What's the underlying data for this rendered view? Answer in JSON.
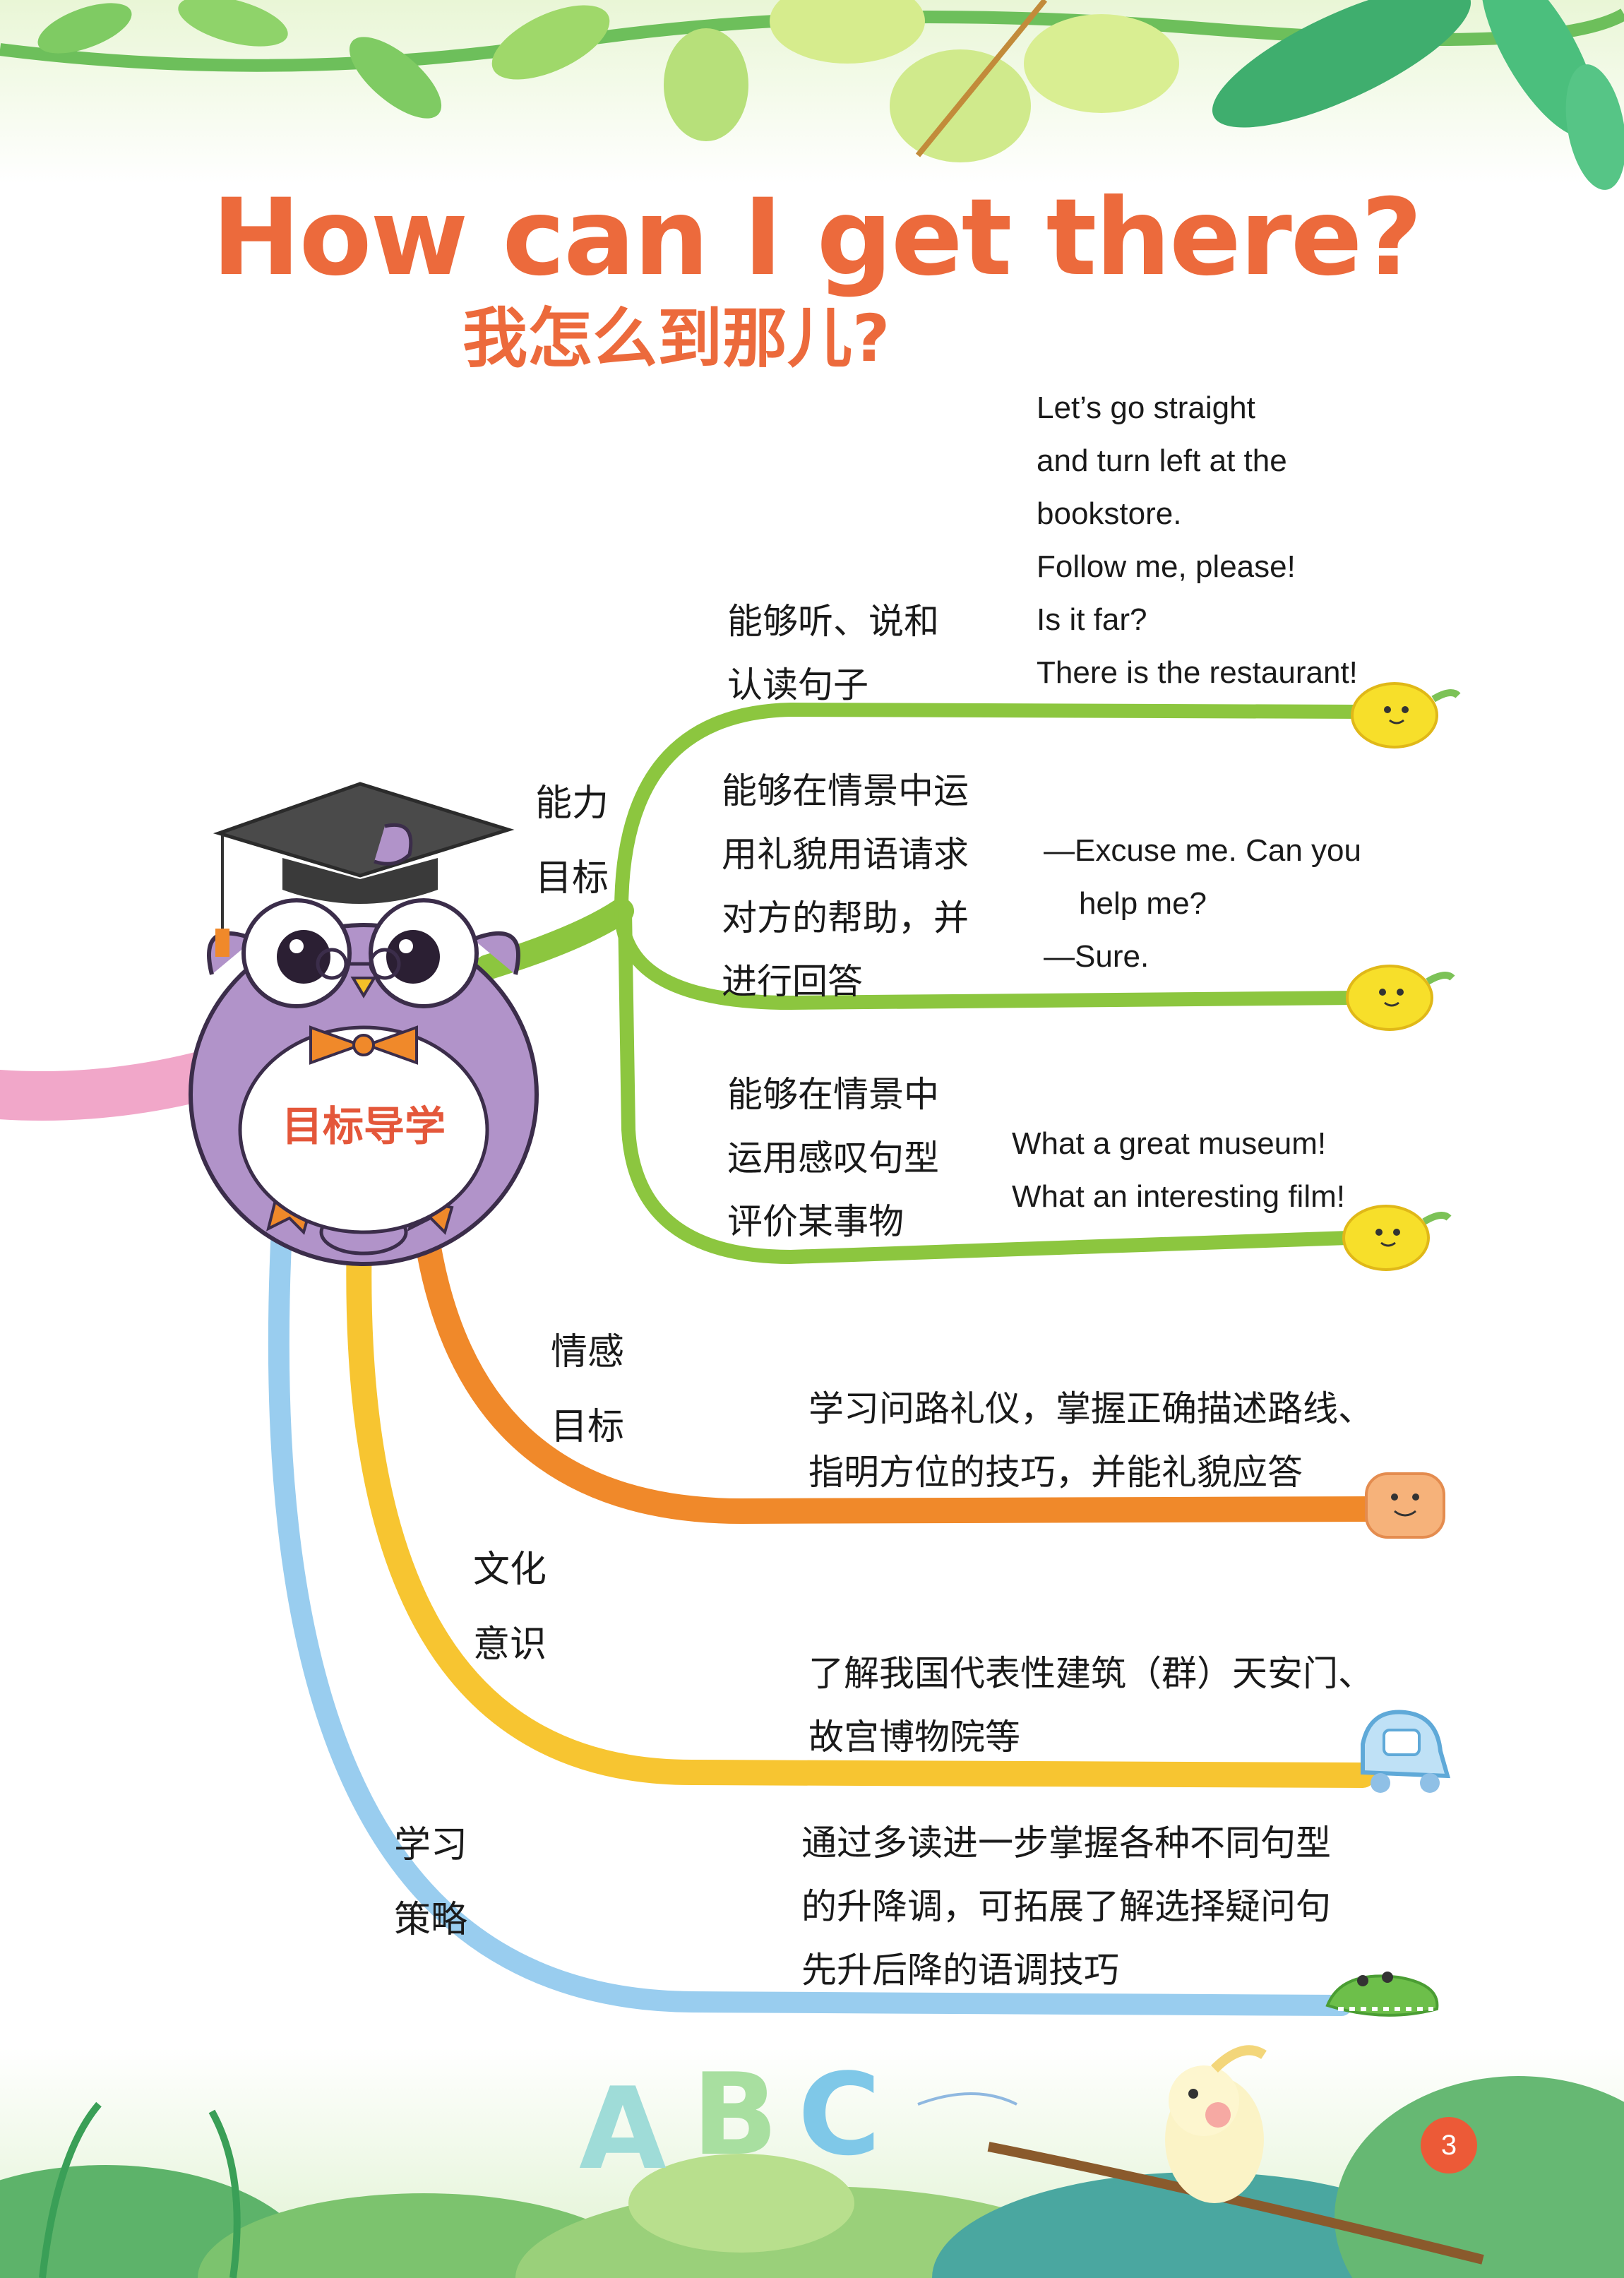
{
  "title_en": "How can I get there?",
  "title_zh": "我怎么到那儿?",
  "center_label": "目标导学",
  "page_number": "3",
  "colors": {
    "title": "#ec6a3c",
    "branch_ability": "#8cc63f",
    "branch_emotion": "#f0892a",
    "branch_culture": "#f7c531",
    "branch_strategy": "#99cdef",
    "branch_left": "#f1a7c9",
    "owl": "#b193c9"
  },
  "branches": {
    "ability": {
      "label_lines": [
        "能力",
        "目标"
      ],
      "items": [
        {
          "desc_lines": [
            "能够听、说和",
            "认读句子"
          ],
          "example_lines": [
            "Let’s go straight",
            "and turn left at the",
            "bookstore.",
            "Follow me, please!",
            "Is it far?",
            "There is the restaurant!"
          ],
          "icon": "lemon-icon"
        },
        {
          "desc_lines": [
            "能够在情景中运",
            "用礼貌用语请求",
            "对方的帮助，并",
            "进行回答"
          ],
          "example_lines": [
            "—Excuse me. Can you",
            "help me?",
            "—Sure."
          ],
          "icon": "lemon-icon"
        },
        {
          "desc_lines": [
            "能够在情景中",
            "运用感叹句型",
            "评价某事物"
          ],
          "example_lines": [
            "What a great museum!",
            "What an interesting film!"
          ],
          "icon": "lemon-icon"
        }
      ]
    },
    "emotion": {
      "label_lines": [
        "情感",
        "目标"
      ],
      "desc_lines": [
        "学习问路礼仪，掌握正确描述路线、",
        "指明方位的技巧，并能礼貌应答"
      ],
      "icon": "cookie-icon"
    },
    "culture": {
      "label_lines": [
        "文化",
        "意识"
      ],
      "desc_lines": [
        "了解我国代表性建筑（群）天安门、",
        "故宫博物院等"
      ],
      "icon": "car-icon"
    },
    "strategy": {
      "label_lines": [
        "学习",
        "策略"
      ],
      "desc_lines": [
        "通过多读进一步掌握各种不同句型",
        "的升降调，可拓展了解选择疑问句",
        "先升后降的语调技巧"
      ],
      "icon": "crocodile-icon"
    }
  },
  "decor_letters": [
    "A",
    "B",
    "C"
  ]
}
